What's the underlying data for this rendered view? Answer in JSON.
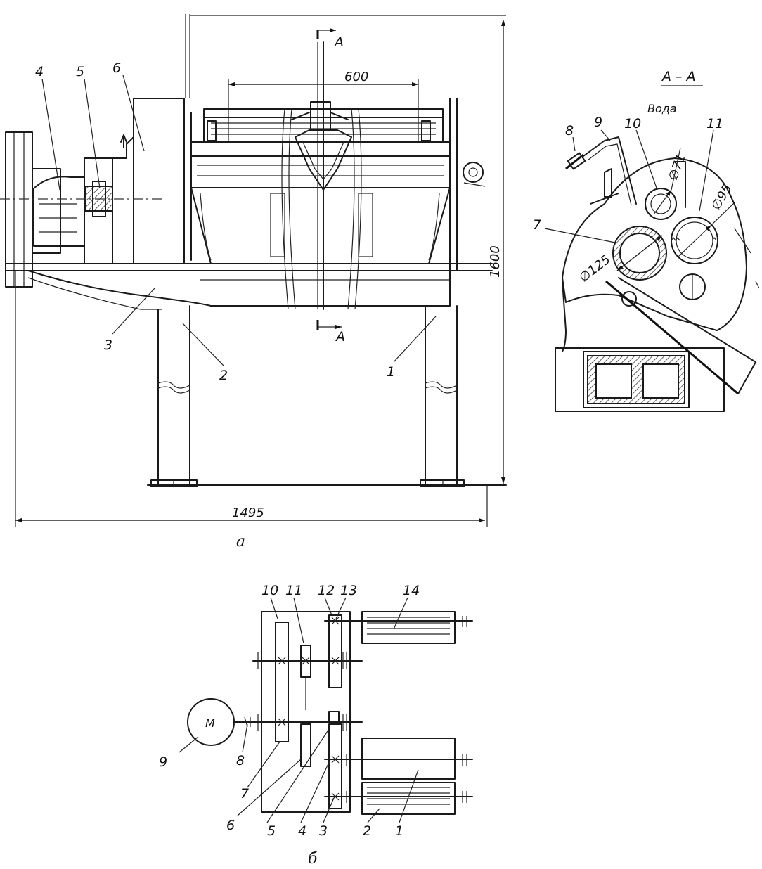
{
  "view_a": {
    "callouts": [
      "4",
      "5",
      "6",
      "3",
      "2",
      "1"
    ],
    "dimensions": {
      "width_top": "600",
      "height": "1600",
      "width_overall": "1495"
    },
    "section_marker": "A",
    "caption": "а"
  },
  "section_aa": {
    "title": "А – А",
    "water_label": "Вода",
    "callouts": [
      "8",
      "9",
      "10",
      "11",
      "7"
    ],
    "diameters": {
      "d1": "∅71",
      "d2": "∅95",
      "d3": "∅125"
    }
  },
  "view_b": {
    "motor_label": "М",
    "callouts": [
      "10",
      "11",
      "12",
      "13",
      "14",
      "9",
      "8",
      "7",
      "6",
      "5",
      "4",
      "3",
      "2",
      "1"
    ],
    "caption": "б"
  }
}
